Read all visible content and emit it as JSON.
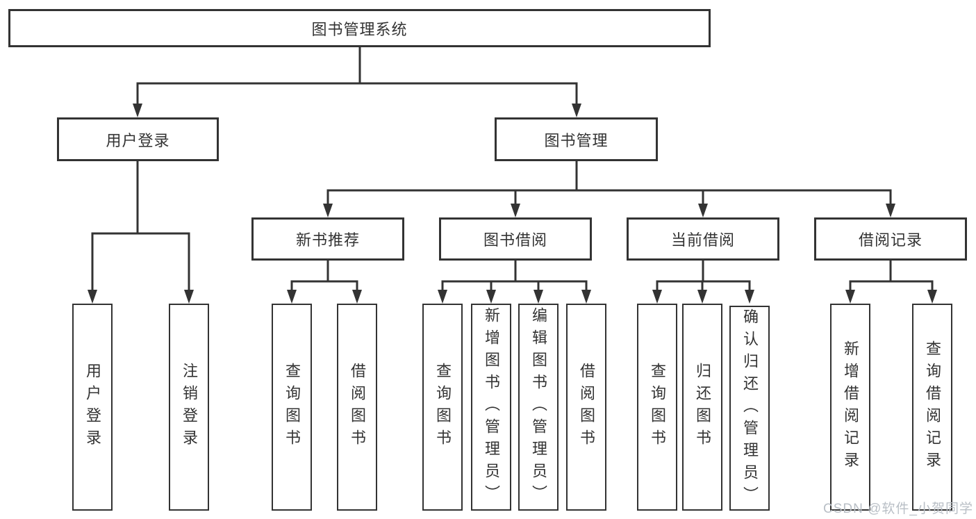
{
  "tree": {
    "root": "图书管理系统",
    "branches": [
      {
        "label": "用户登录",
        "children": [
          "用户登录",
          "注销登录"
        ]
      },
      {
        "label": "图书管理",
        "children": [
          {
            "label": "新书推荐",
            "children": [
              "查询图书",
              "借阅图书"
            ]
          },
          {
            "label": "图书借阅",
            "children": [
              "查询图书",
              "新增图书（管理员）",
              "编辑图书（管理员）",
              "借阅图书"
            ]
          },
          {
            "label": "当前借阅",
            "children": [
              "查询图书",
              "归还图书",
              "确认归还（管理员）"
            ]
          },
          {
            "label": "借阅记录",
            "children": [
              "新增借阅记录",
              "查询借阅记录"
            ]
          }
        ]
      }
    ]
  },
  "watermark": "CSDN @软件_小贺同学",
  "colors": {
    "line": "#333333",
    "text": "#333333",
    "watermark": "#b9bfc6"
  }
}
